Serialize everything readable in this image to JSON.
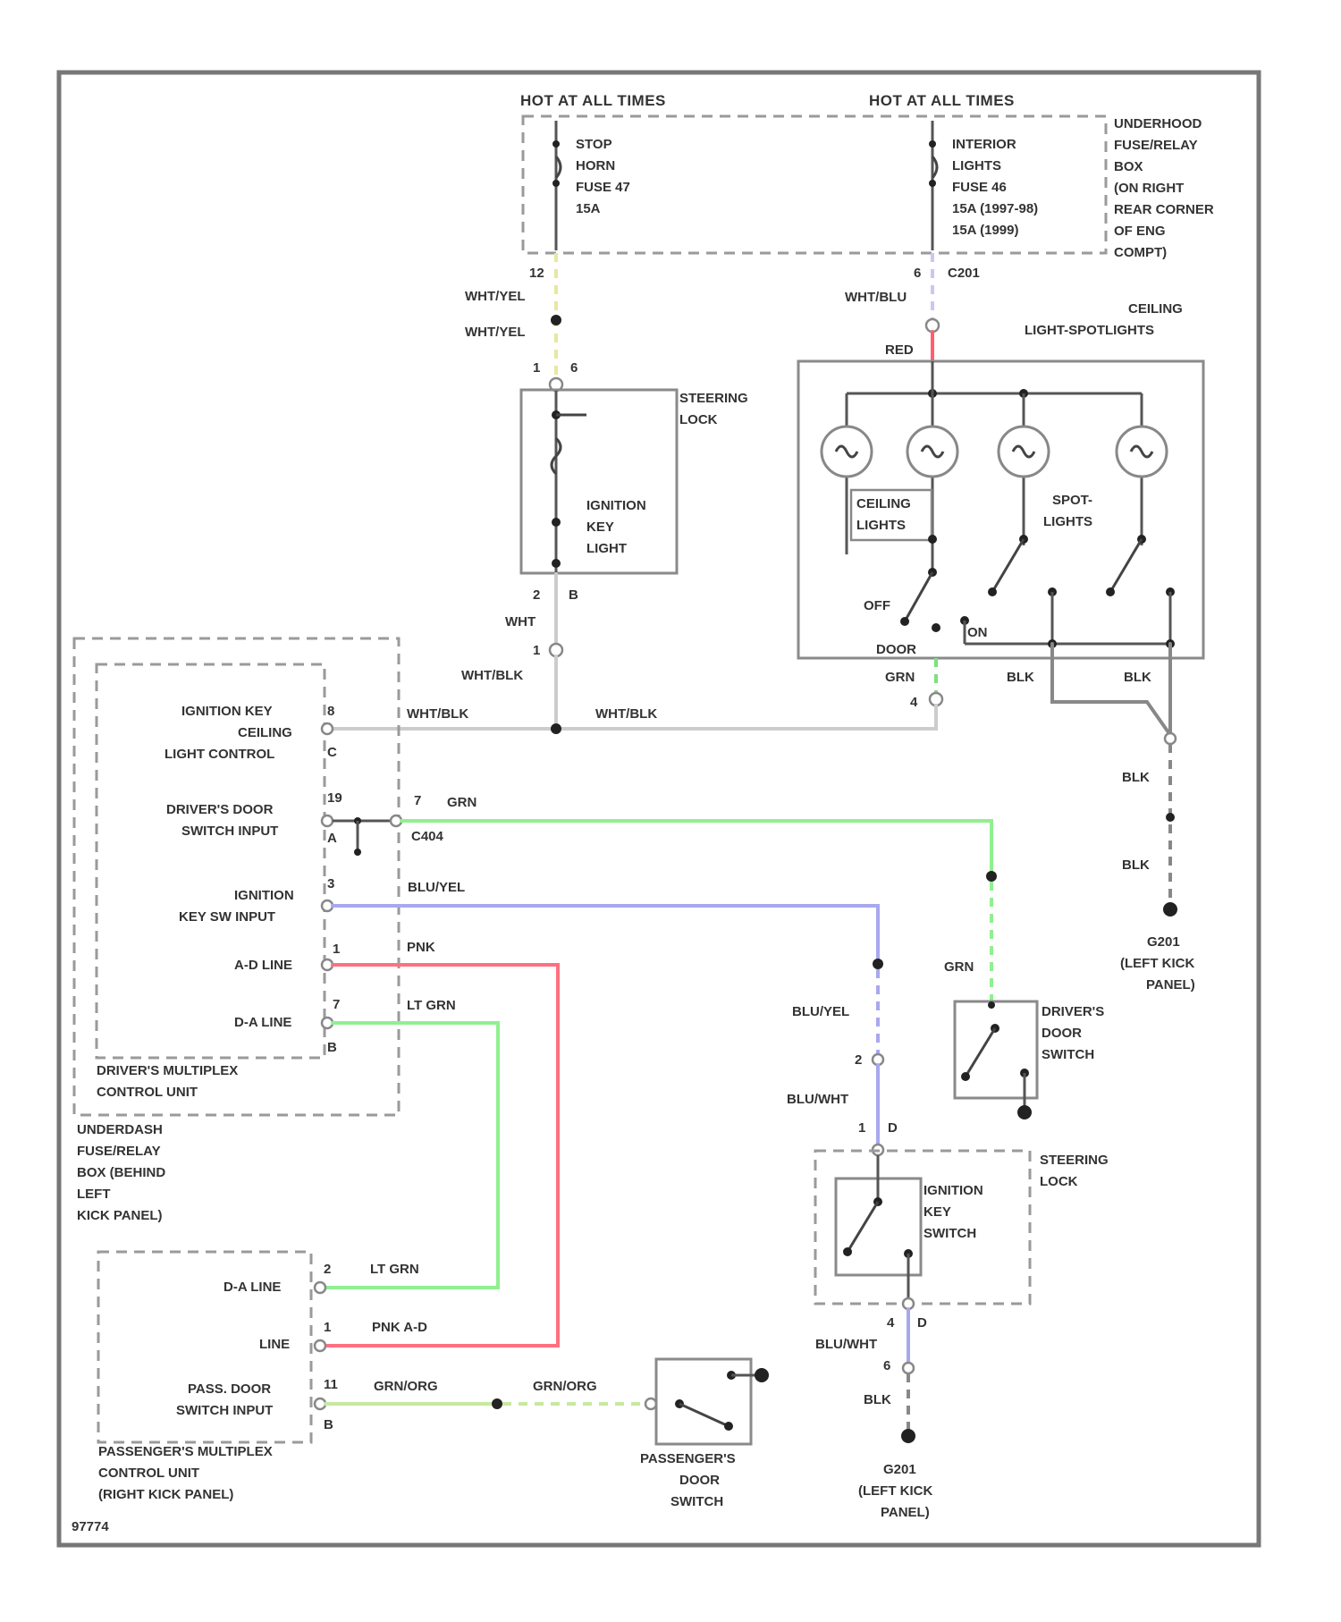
{
  "diagram": {
    "hot_left": "HOT AT ALL TIMES",
    "hot_right": "HOT AT ALL TIMES",
    "fuse_a": [
      "STOP",
      "HORN",
      "FUSE 47",
      "15A"
    ],
    "fuse_b": [
      "INTERIOR",
      "LIGHTS",
      "FUSE 46",
      "15A  (1997-98)",
      "15A  (1999)"
    ],
    "underhood_box": [
      "UNDERHOOD",
      "FUSE/RELAY",
      "BOX",
      "(ON RIGHT",
      "REAR CORNER",
      "OF ENG",
      "COMPT)"
    ],
    "pin_12": "12",
    "pin_6": "6",
    "c201": "C201",
    "wht_yel_1": "WHT/YEL",
    "wht_yel_2": "WHT/YEL",
    "wht_blu": "WHT/BLU",
    "ceiling_title": [
      "CEILING",
      "LIGHT-SPOTLIGHTS"
    ],
    "red": "RED",
    "pin_1a": "1",
    "pin_6a": "6",
    "steering_lock_top": [
      "STEERING",
      "LOCK"
    ],
    "ign_key_light": [
      "IGNITION",
      "KEY",
      "LIGHT"
    ],
    "pin_2": "2",
    "pin_b": "B",
    "wht": "WHT",
    "pin_1b": "1",
    "ceiling_lights": [
      "CEILING",
      "LIGHTS"
    ],
    "spot_lights": [
      "SPOT-",
      "LIGHTS"
    ],
    "off": "OFF",
    "door": "DOOR",
    "on": "ON",
    "grn_1": "GRN",
    "blk_1": "BLK",
    "blk_2": "BLK",
    "pin_4": "4",
    "wht_blk_1": "WHT/BLK",
    "wht_blk_2": "WHT/BLK",
    "wht_blk_3": "WHT/BLK",
    "ign_key_ceiling": [
      "IGNITION KEY",
      "CEILING",
      "LIGHT CONTROL"
    ],
    "pin_8": "8",
    "pin_c": "C",
    "drivers_door_input": [
      "DRIVER'S DOOR",
      "SWITCH INPUT"
    ],
    "pin_19": "19",
    "pin_a": "A",
    "pin_7": "7",
    "grn_2": "GRN",
    "c404": "C404",
    "ign_key_input": [
      "IGNITION",
      "KEY SW INPUT"
    ],
    "pin_3": "3",
    "blu_yel_1": "BLU/YEL",
    "ad_line": "A-D LINE",
    "pin_1c": "1",
    "pnk": "PNK",
    "da_line": "D-A LINE",
    "pin_7b": "7",
    "lt_grn_1": "LT GRN",
    "pin_b2": "B",
    "drivers_mux": [
      "DRIVER'S MULTIPLEX",
      "CONTROL UNIT"
    ],
    "underdash_box": [
      "UNDERDASH",
      "FUSE/RELAY",
      "BOX (BEHIND",
      "LEFT",
      "KICK PANEL)"
    ],
    "blk_3": "BLK",
    "blk_4": "BLK",
    "g201_a": [
      "G201",
      "(LEFT KICK",
      "PANEL)"
    ],
    "grn_3": "GRN",
    "drivers_door_sw": [
      "DRIVER'S",
      "DOOR",
      "SWITCH"
    ],
    "blu_yel_2": "BLU/YEL",
    "pin_2b": "2",
    "blu_wht_1": "BLU/WHT",
    "pin_1d": "1",
    "pin_d": "D",
    "steering_lock_bottom": [
      "STEERING",
      "LOCK"
    ],
    "ign_key_switch": [
      "IGNITION",
      "KEY",
      "SWITCH"
    ],
    "da_line_2": "D-A LINE",
    "pin_2c": "2",
    "lt_grn_2": "LT GRN",
    "line": "LINE",
    "pin_1e": "1",
    "pnk_ad": "PNK A-D",
    "pass_door_input": [
      "PASS. DOOR",
      "SWITCH INPUT"
    ],
    "pin_11": "11",
    "grn_org_1": "GRN/ORG",
    "grn_org_2": "GRN/ORG",
    "pin_b3": "B",
    "pass_mux": [
      "PASSENGER'S MULTIPLEX",
      "CONTROL UNIT",
      "(RIGHT KICK PANEL)"
    ],
    "pass_door_sw": [
      "PASSENGER'S",
      "DOOR",
      "SWITCH"
    ],
    "pin_4b": "4",
    "pin_d2": "D",
    "blu_wht_2": "BLU/WHT",
    "pin_6b": "6",
    "blk_5": "BLK",
    "g201_b": [
      "G201",
      "(LEFT KICK",
      "PANEL)"
    ],
    "ref": "97774"
  }
}
